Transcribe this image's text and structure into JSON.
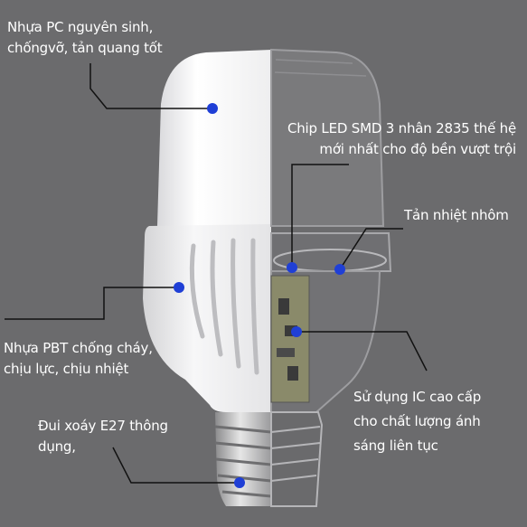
{
  "labels": {
    "pc_plastic": {
      "line1": "Nhựa PC nguyên sinh,",
      "line2": "chốngvỡ, tản quang tốt"
    },
    "led_chip": {
      "line1": "Chip LED SMD 3 nhân 2835 thế hệ",
      "line2": "mới nhất cho độ bền vượt trội"
    },
    "heat_sink": {
      "line1": "Tản nhiệt nhôm"
    },
    "pbt_plastic": {
      "line1": "Nhựa PBT chống cháy,",
      "line2": "chịu lực, chịu nhiệt"
    },
    "ic_driver": {
      "line1": "Sử dụng IC cao cấp",
      "line2": "cho chất lượng ánh",
      "line3": "sáng liên tục"
    },
    "e27_socket": {
      "line1": "Đui xoáy E27 thông",
      "line2": "dụng,"
    }
  },
  "colors": {
    "background": "#6b6b6d",
    "marker": "#1f3fd6",
    "leader_line": "#111111",
    "text": "#ffffff"
  }
}
